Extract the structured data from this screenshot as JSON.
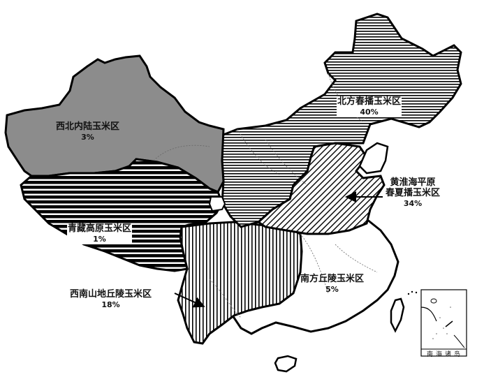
{
  "map": {
    "subject": "中国玉米种植区划",
    "zones": [
      {
        "id": "northwest",
        "name": "西北内陆玉米区",
        "percent": "3%",
        "fill": "solid-gray",
        "color": "#8c8c8c"
      },
      {
        "id": "north-spring",
        "name": "北方春播玉米区",
        "percent": "40%",
        "fill": "thin-horizontal-hatch",
        "color": "#000000"
      },
      {
        "id": "huanghuai",
        "name_line1": "黄淮海平原",
        "name_line2": "春夏播玉米区",
        "percent": "34%",
        "fill": "diagonal-hatch",
        "color": "#000000"
      },
      {
        "id": "qingzang",
        "name": "青藏高原玉米区",
        "percent": "1%",
        "fill": "thick-horizontal-hatch",
        "color": "#000000"
      },
      {
        "id": "southwest",
        "name": "西南山地丘陵玉米区",
        "percent": "18%",
        "fill": "vertical-hatch",
        "color": "#000000"
      },
      {
        "id": "south",
        "name": "南方丘陵玉米区",
        "percent": "5%",
        "fill": "blank",
        "color": "#ffffff"
      }
    ],
    "inset": {
      "caption": "南海诸岛"
    }
  }
}
